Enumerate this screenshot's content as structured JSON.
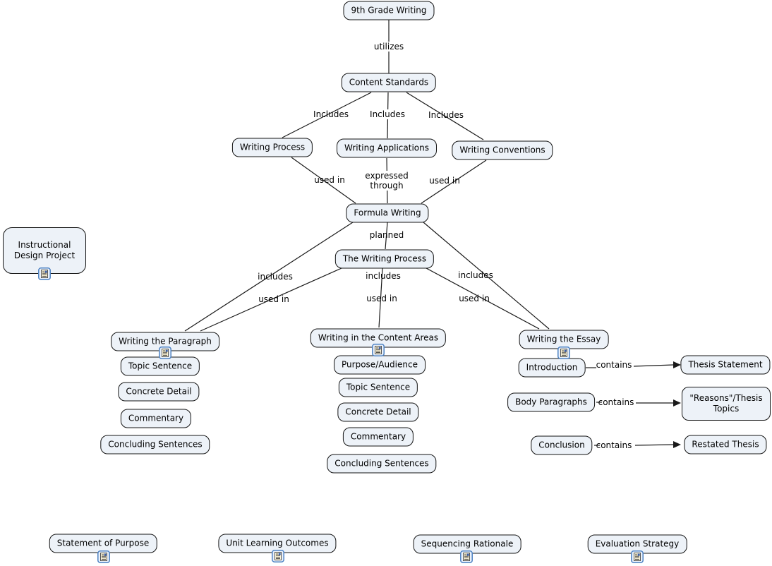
{
  "colors": {
    "background": "#ffffff",
    "node_fill": "#edf2f8",
    "node_border": "#141414",
    "line": "#1a1a1a",
    "resource_icon_frame": "#4d82c3"
  },
  "concepts": [
    {
      "id": "ninth-grade-writing",
      "label": "9th Grade Writing"
    },
    {
      "id": "content-standards",
      "label": "Content Standards"
    },
    {
      "id": "writing-process",
      "label": "Writing Process"
    },
    {
      "id": "writing-applications",
      "label": "Writing Applications"
    },
    {
      "id": "writing-conventions",
      "label": "Writing Conventions"
    },
    {
      "id": "formula-writing",
      "label": "Formula Writing"
    },
    {
      "id": "the-writing-process",
      "label": "The Writing Process"
    },
    {
      "id": "writing-the-paragraph",
      "label": "Writing the Paragraph",
      "has_resource_icon": true
    },
    {
      "id": "topic-sentence-paragraph",
      "label": "Topic Sentence"
    },
    {
      "id": "concrete-detail-paragraph",
      "label": "Concrete Detail"
    },
    {
      "id": "commentary-paragraph",
      "label": "Commentary"
    },
    {
      "id": "concluding-sentences-paragraph",
      "label": "Concluding Sentences"
    },
    {
      "id": "writing-in-the-content-areas",
      "label": "Writing in the Content Areas",
      "has_resource_icon": true
    },
    {
      "id": "purpose-audience",
      "label": "Purpose/Audience"
    },
    {
      "id": "topic-sentence-content",
      "label": "Topic Sentence"
    },
    {
      "id": "concrete-detail-content",
      "label": "Concrete Detail"
    },
    {
      "id": "commentary-content",
      "label": "Commentary"
    },
    {
      "id": "concluding-sentences-content",
      "label": "Concluding Sentences"
    },
    {
      "id": "writing-the-essay",
      "label": "Writing the Essay",
      "has_resource_icon": true
    },
    {
      "id": "introduction",
      "label": "Introduction"
    },
    {
      "id": "thesis-statement",
      "label": "Thesis Statement"
    },
    {
      "id": "body-paragraphs",
      "label": "Body Paragraphs"
    },
    {
      "id": "reasons-thesis-topics",
      "label": "\"Reasons\"/Thesis Topics"
    },
    {
      "id": "conclusion",
      "label": "Conclusion"
    },
    {
      "id": "restated-thesis",
      "label": "Restated Thesis"
    },
    {
      "id": "instructional-design-project",
      "label": "Instructional Design Project",
      "has_resource_icon": true
    },
    {
      "id": "statement-of-purpose",
      "label": "Statement of Purpose",
      "has_resource_icon": true
    },
    {
      "id": "unit-learning-outcomes",
      "label": "Unit Learning Outcomes",
      "has_resource_icon": true
    },
    {
      "id": "sequencing-rationale",
      "label": "Sequencing Rationale",
      "has_resource_icon": true
    },
    {
      "id": "evaluation-strategy",
      "label": "Evaluation Strategy",
      "has_resource_icon": true
    }
  ],
  "link_labels": [
    {
      "text": "utilizes"
    },
    {
      "text": "Includes"
    },
    {
      "text": "Includes"
    },
    {
      "text": "Includes"
    },
    {
      "text": "used in"
    },
    {
      "text": "expressed through"
    },
    {
      "text": "used in"
    },
    {
      "text": "planned"
    },
    {
      "text": "includes"
    },
    {
      "text": "includes"
    },
    {
      "text": "includes"
    },
    {
      "text": "used in"
    },
    {
      "text": "used in"
    },
    {
      "text": "used in"
    },
    {
      "text": "contains"
    },
    {
      "text": "contains"
    },
    {
      "text": "contains"
    }
  ],
  "relations": [
    {
      "from": "9th Grade Writing",
      "label": "utilizes",
      "to": "Content Standards"
    },
    {
      "from": "Content Standards",
      "label": "Includes",
      "to": "Writing Process"
    },
    {
      "from": "Content Standards",
      "label": "Includes",
      "to": "Writing Applications"
    },
    {
      "from": "Content Standards",
      "label": "Includes",
      "to": "Writing Conventions"
    },
    {
      "from": "Writing Process",
      "label": "used in",
      "to": "Formula Writing"
    },
    {
      "from": "Writing Applications",
      "label": "expressed through",
      "to": "Formula Writing"
    },
    {
      "from": "Writing Conventions",
      "label": "used in",
      "to": "Formula Writing"
    },
    {
      "from": "Formula Writing",
      "label": "planned",
      "to": "The Writing Process"
    },
    {
      "from": "Formula Writing",
      "label": "includes",
      "to": "Writing the Paragraph"
    },
    {
      "from": "Formula Writing",
      "label": "includes",
      "to": "Writing in the Content Areas"
    },
    {
      "from": "Formula Writing",
      "label": "includes",
      "to": "Writing the Essay"
    },
    {
      "from": "The Writing Process",
      "label": "used in",
      "to": "Writing the Paragraph"
    },
    {
      "from": "The Writing Process",
      "label": "used in",
      "to": "Writing in the Content Areas"
    },
    {
      "from": "The Writing Process",
      "label": "used in",
      "to": "Writing the Essay"
    },
    {
      "from": "Introduction",
      "label": "contains",
      "to": "Thesis Statement"
    },
    {
      "from": "Body Paragraphs",
      "label": "contains",
      "to": "\"Reasons\"/Thesis Topics"
    },
    {
      "from": "Conclusion",
      "label": "contains",
      "to": "Restated Thesis"
    }
  ]
}
